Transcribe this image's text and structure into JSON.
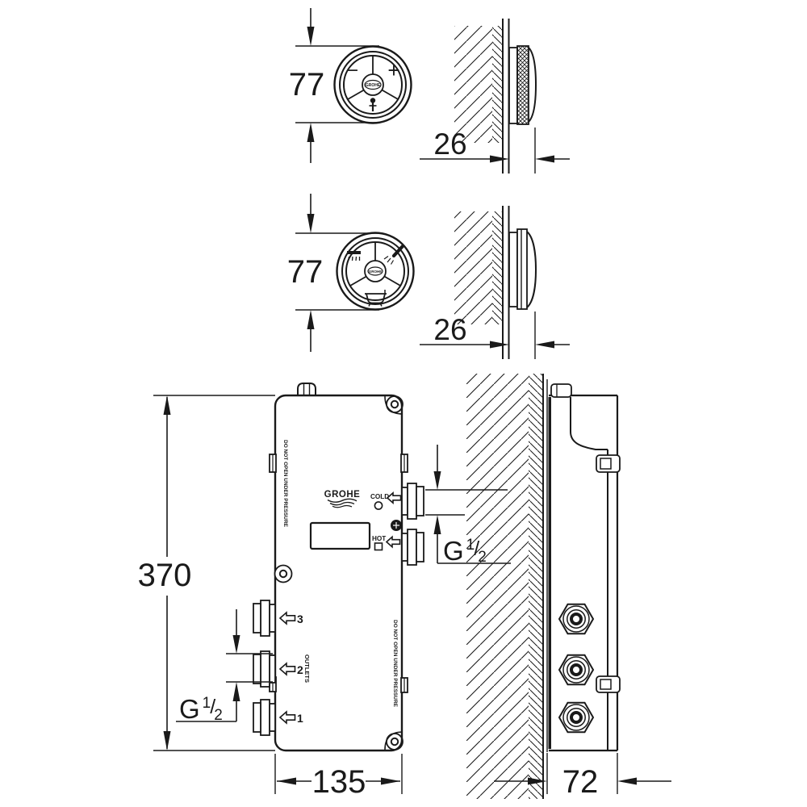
{
  "product": {
    "brand": "GROHE"
  },
  "dial_top": {
    "diameter_mm": "77",
    "depth_mm": "26",
    "minus": "−",
    "plus": "+",
    "center_brand": "GROHE"
  },
  "dial_mid": {
    "diameter_mm": "77",
    "depth_mm": "26",
    "center_brand": "GROHE"
  },
  "body": {
    "height_mm": "370",
    "width_mm": "135",
    "depth_mm": "72",
    "brand": "GROHE",
    "cold_label": "COLD",
    "hot_label": "HOT",
    "outlets_label": "OUTLETS",
    "outlet_numbers": [
      "3",
      "2",
      "1"
    ],
    "warning_left": "DO NOT OPEN UNDER PRESSURE",
    "warning_right": "DO NOT OPEN UNDER PRESSURE"
  },
  "thread": {
    "g": "G",
    "numerator": "1",
    "slash": "/",
    "denominator": "2"
  },
  "colors": {
    "line": "#1a1a1a",
    "background": "#ffffff"
  }
}
